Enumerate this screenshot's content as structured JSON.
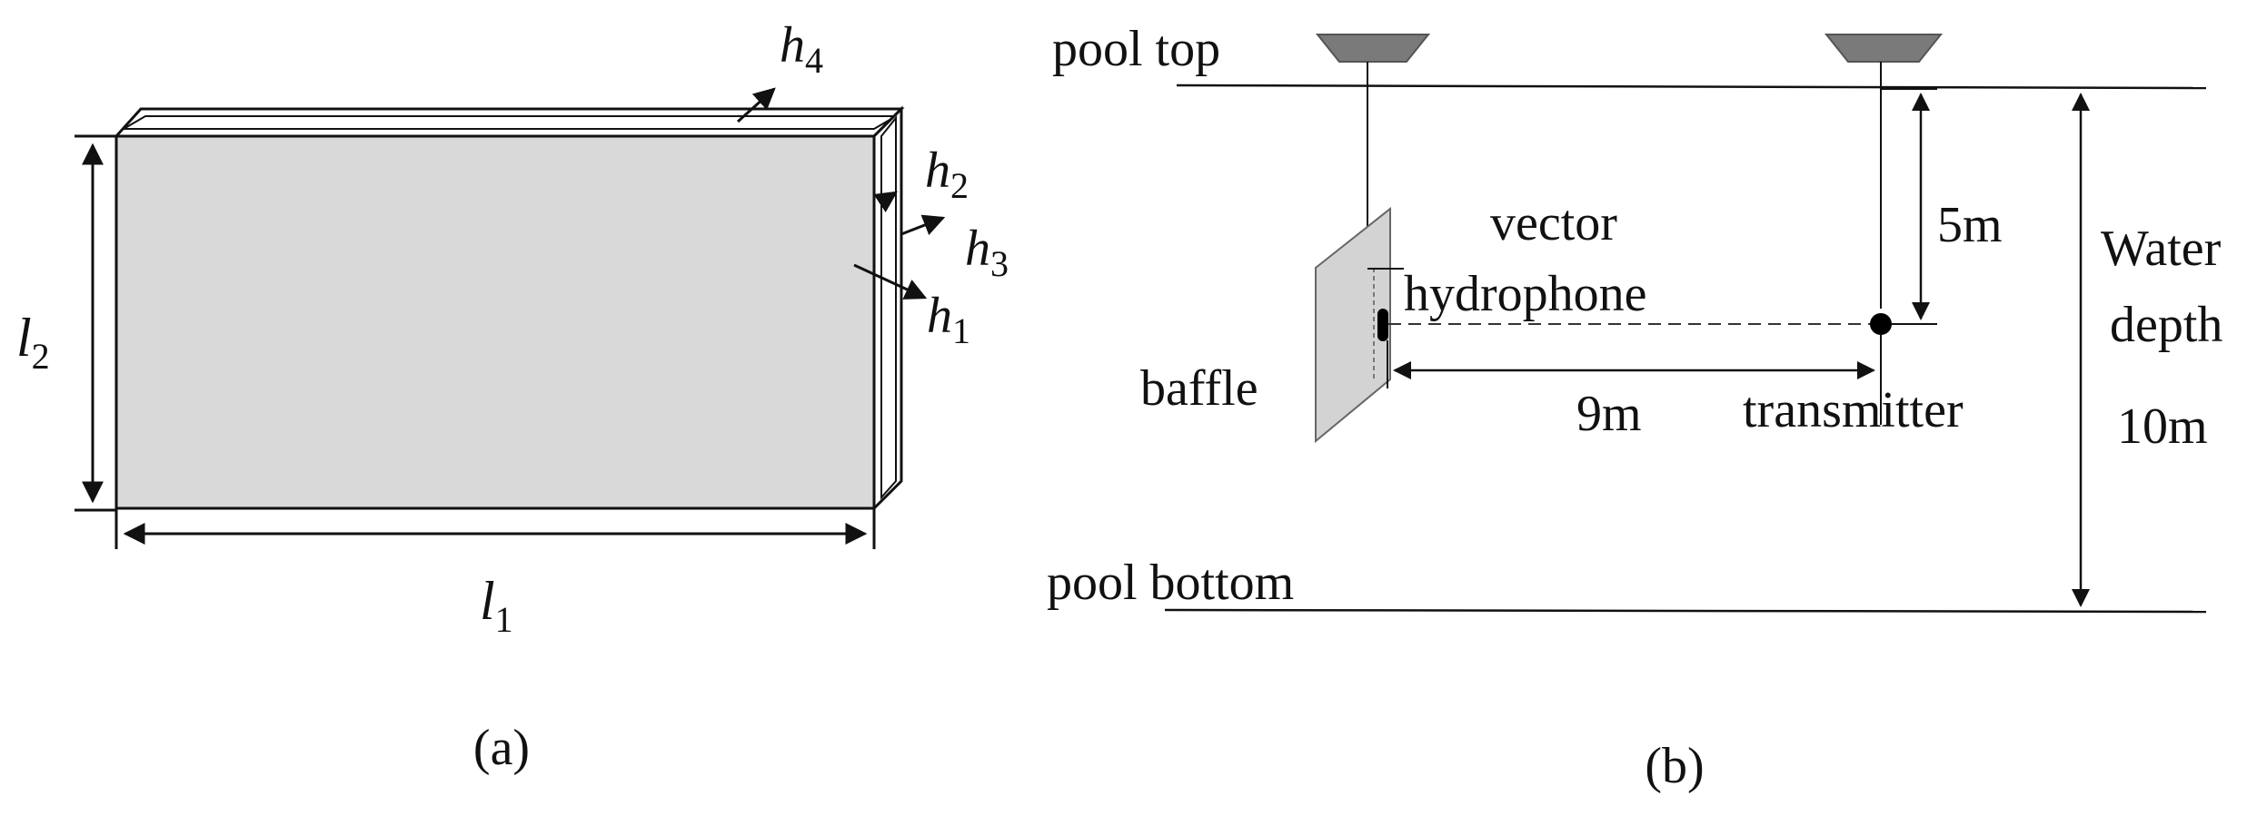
{
  "panel_a": {
    "caption": "(a)",
    "l1": {
      "letter": "l",
      "sub": "1"
    },
    "l2": {
      "letter": "l",
      "sub": "2"
    },
    "h1": {
      "letter": "h",
      "sub": "1"
    },
    "h2": {
      "letter": "h",
      "sub": "2"
    },
    "h3": {
      "letter": "h",
      "sub": "3"
    },
    "h4": {
      "letter": "h",
      "sub": "4"
    }
  },
  "panel_b": {
    "caption": "(b)",
    "pool_top": "pool top",
    "pool_bottom": "pool bottom",
    "vector_hydrophone_line1": "vector",
    "vector_hydrophone_line2": "hydrophone",
    "baffle": "baffle",
    "transmitter": "transmitter",
    "distance": "9m",
    "transmitter_depth": "5m",
    "water_depth_line1": "Water",
    "water_depth_line2": "depth",
    "water_depth_value": "10m"
  },
  "colors": {
    "plate_fill": "#d9d9d9",
    "baffle_fill": "#d3d3d3",
    "float_fill": "#7a7a7a",
    "line": "#111111"
  }
}
